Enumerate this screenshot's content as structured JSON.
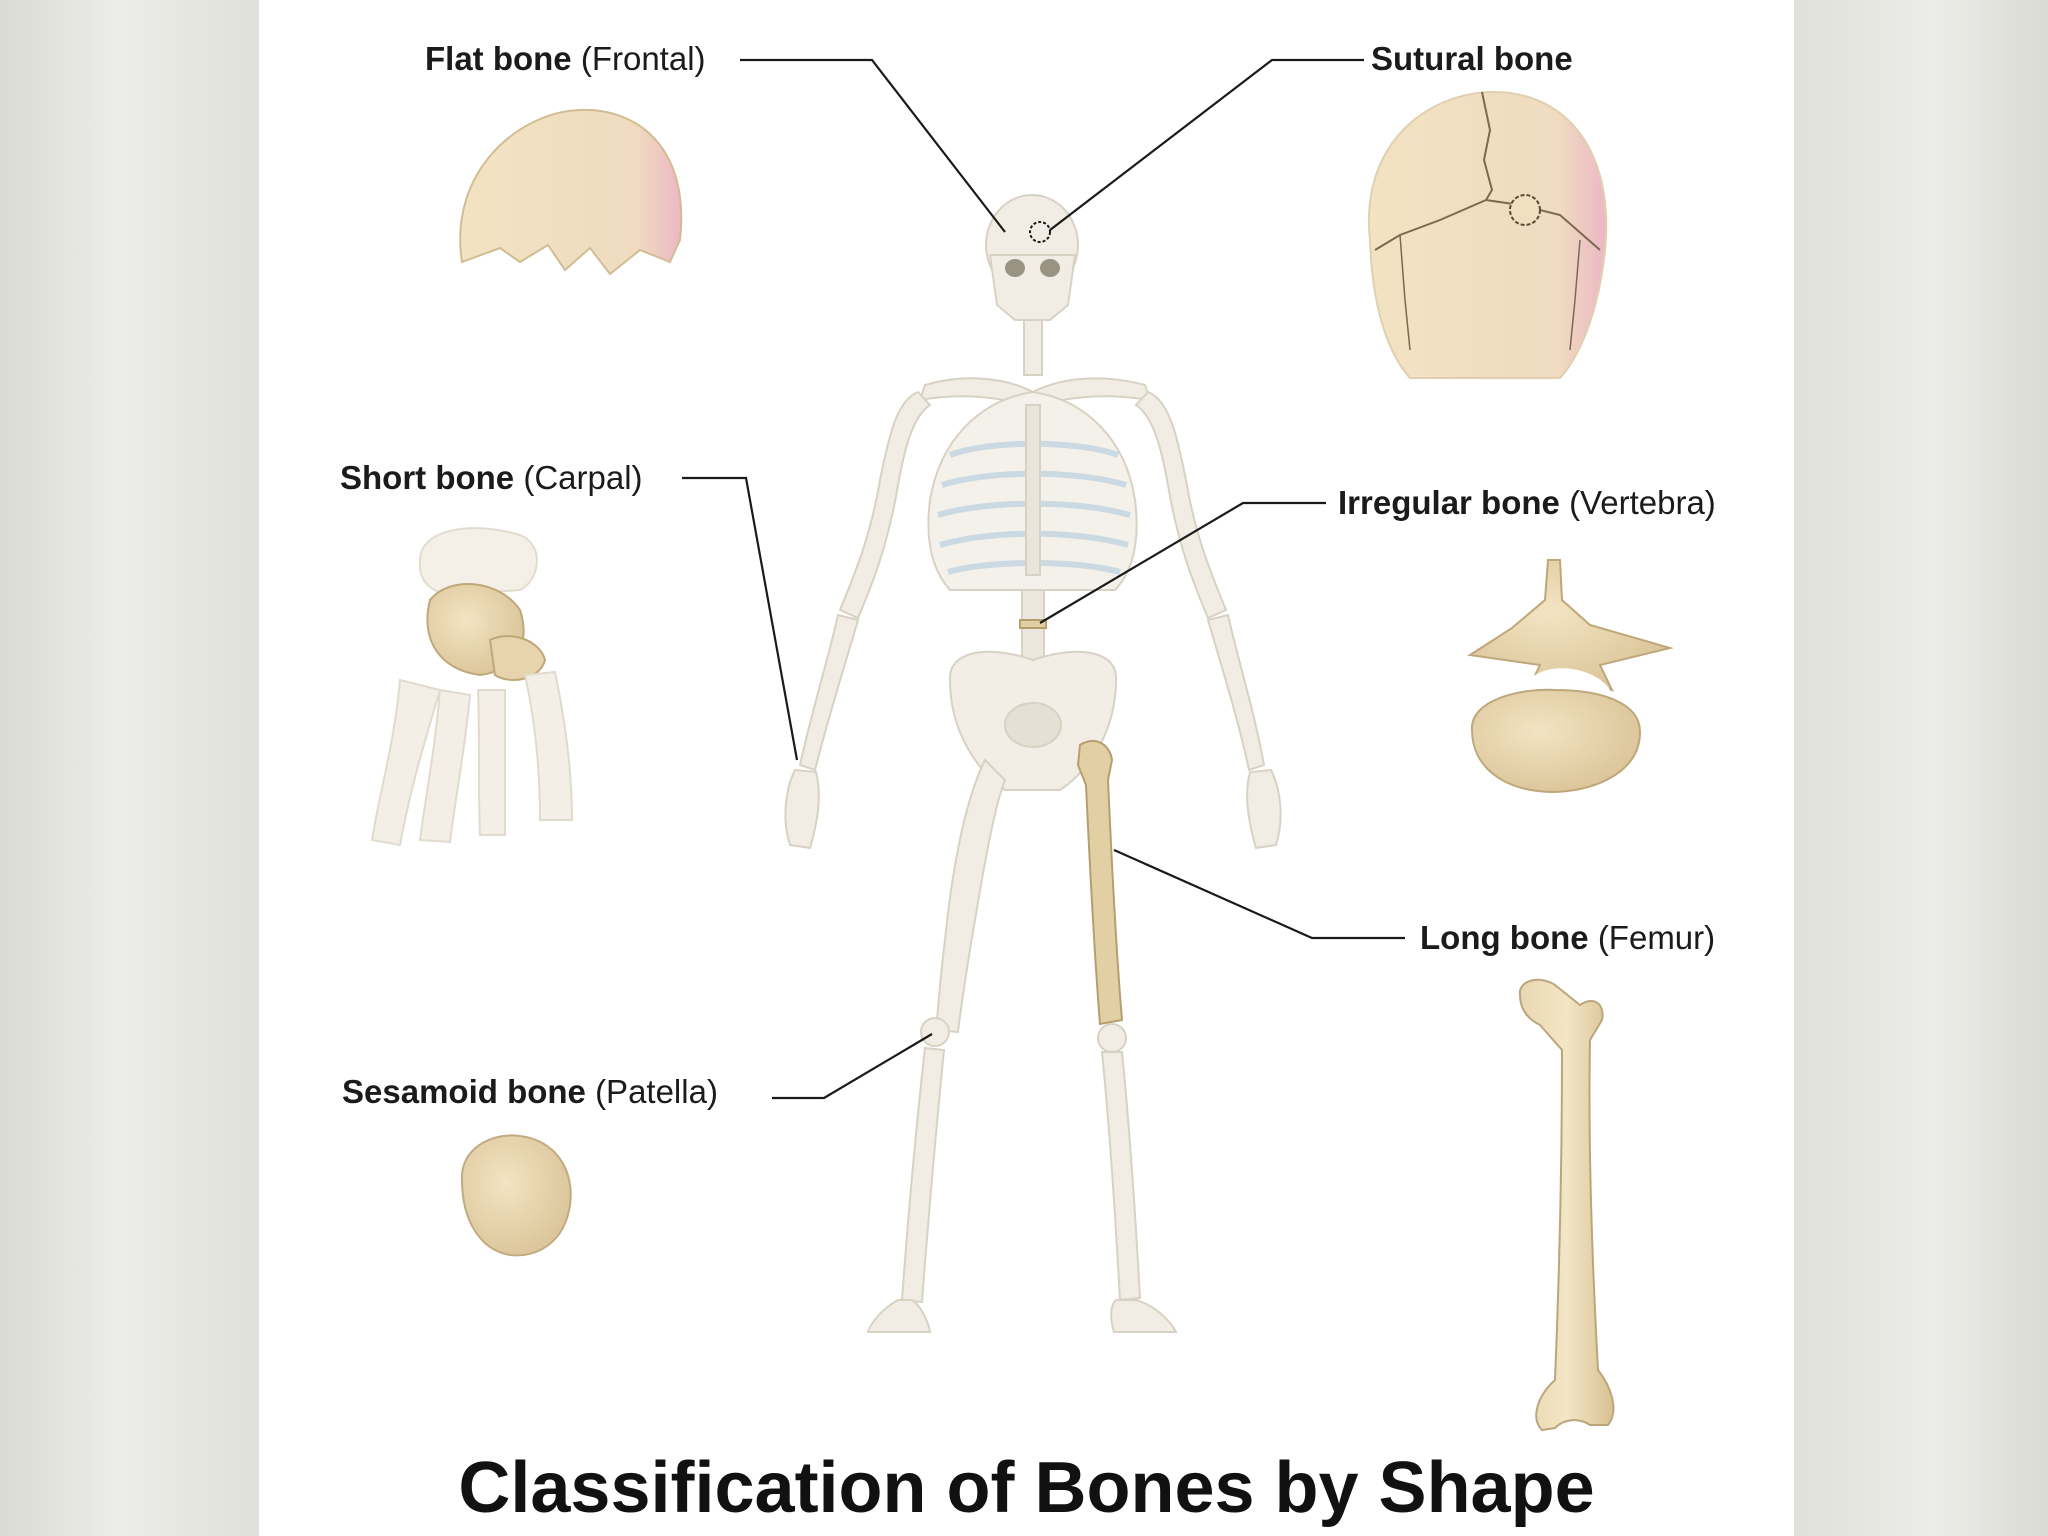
{
  "title": "Classification of Bones by Shape",
  "labels": {
    "flat": {
      "term": "Flat bone",
      "example": "(Frontal)"
    },
    "sutural": {
      "term": "Sutural bone",
      "example": ""
    },
    "short": {
      "term": "Short bone",
      "example": "(Carpal)"
    },
    "irregular": {
      "term": "Irregular bone",
      "example": "(Vertebra)"
    },
    "long": {
      "term": "Long bone",
      "example": "(Femur)"
    },
    "sesamoid": {
      "term": "Sesamoid bone",
      "example": "(Patella)"
    }
  },
  "colors": {
    "bone_highlight": "#e3cfa4",
    "skeleton": "#f1ede4",
    "cartilage": "#cfe0ea",
    "leader_line": "#1a1a1a",
    "side_bars": "#e6e7e2"
  }
}
